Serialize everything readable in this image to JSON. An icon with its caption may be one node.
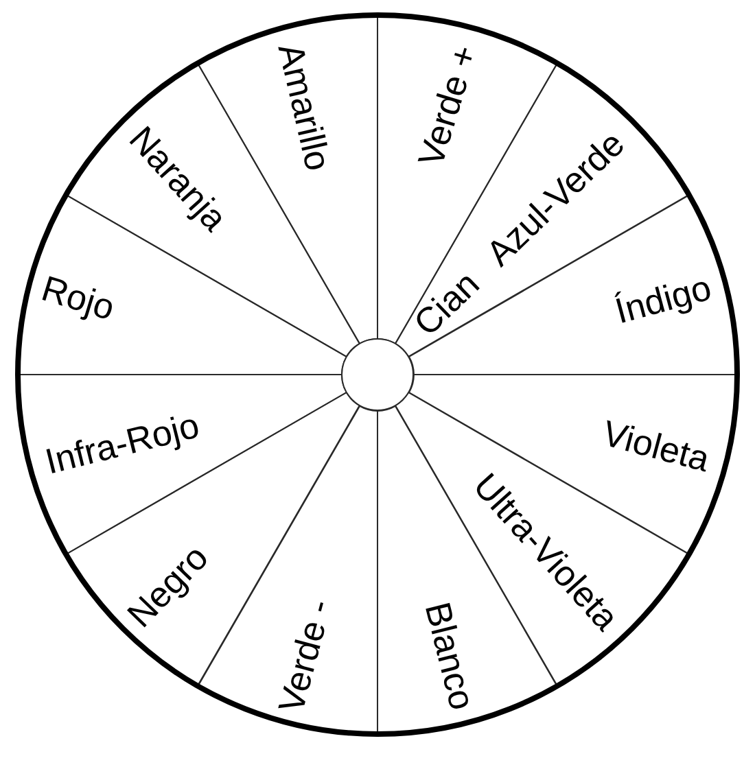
{
  "diagram": {
    "nodes": [
      {
        "text": [
          "Amarillo"
        ]
      },
      {
        "text": [
          "Verde +"
        ]
      },
      {
        "text": [
          "Cian Azul-Verde"
        ]
      },
      {
        "text": [
          "Índigo"
        ]
      },
      {
        "text": [
          "Violeta"
        ]
      },
      {
        "text": [
          "Ultra-Violeta"
        ]
      },
      {
        "text": [
          "Blanco"
        ]
      },
      {
        "text": [
          "Verde -"
        ]
      },
      {
        "text": [
          "Negro"
        ]
      },
      {
        "text": [
          "Infra-Rojo"
        ]
      },
      {
        "text": [
          "Rojo"
        ]
      },
      {
        "text": [
          "Naranja"
        ]
      }
    ]
  }
}
